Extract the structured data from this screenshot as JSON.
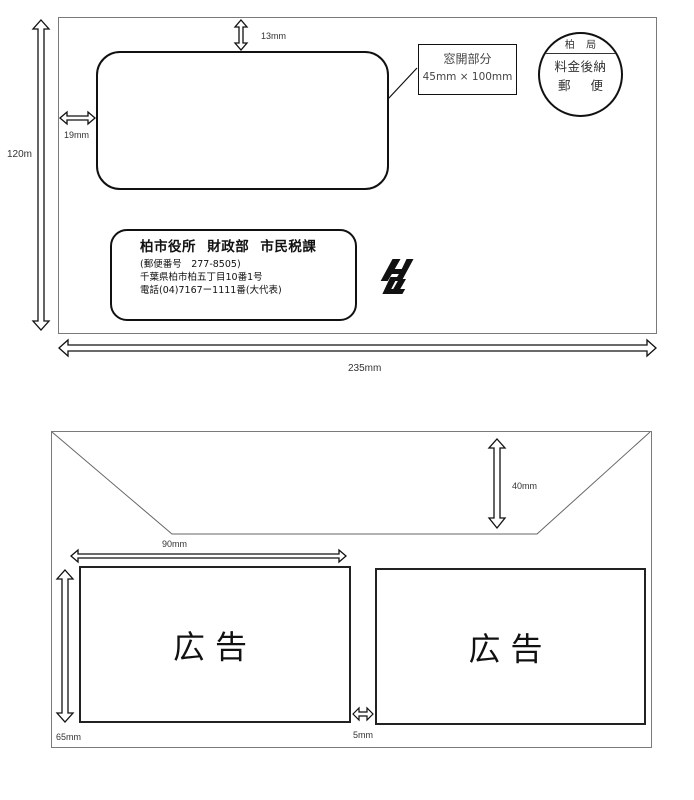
{
  "front": {
    "dimensions": {
      "height_label": "120m",
      "width_label": "235mm",
      "top_margin_label": "13mm",
      "left_margin_label": "19mm"
    },
    "window_callout": {
      "title": "窓開部分",
      "size": "45mm × 100mm"
    },
    "postage_stamp": {
      "office": "柏 局",
      "line1": "料金後納",
      "line2": "郵 便"
    },
    "return_address": {
      "name": "柏市役所 財政部 市民税課",
      "postal": "(郵便番号　277-8505)",
      "address": "千葉県柏市柏五丁目10番1号",
      "phone": "電話(04)7167ー1111番(大代表)"
    },
    "logo": {
      "icon": "kashiwa-city-emblem",
      "glyph": "%"
    }
  },
  "back": {
    "dimensions": {
      "flap_label": "40mm",
      "ad_width_label": "90mm",
      "ad_height_label": "65mm",
      "gap_label": "5mm"
    },
    "ads": [
      {
        "label": "広告"
      },
      {
        "label": "広告"
      }
    ]
  },
  "colors": {
    "stroke": "#111111",
    "envelope_border": "#7a7a7a",
    "background": "#ffffff"
  }
}
